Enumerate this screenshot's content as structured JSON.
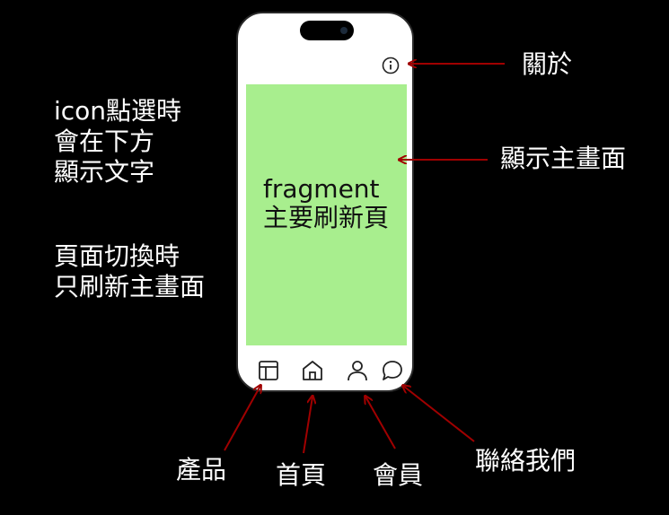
{
  "annotations": {
    "icon_note": "icon點選時\n會在下方\n顯示文字",
    "switch_note": "頁面切換時\n只刷新主畫面"
  },
  "phone": {
    "fragment_text": "fragment\n主要刷新頁",
    "info_icon": "info-circle-icon",
    "tabs": [
      {
        "icon": "layout-icon",
        "label": "產品"
      },
      {
        "icon": "home-icon",
        "label": "首頁"
      },
      {
        "icon": "user-icon",
        "label": "會員"
      },
      {
        "icon": "chat-bubble-icon",
        "label": "聯絡我們"
      }
    ]
  },
  "callouts": {
    "about": "關於",
    "main_screen": "顯示主畫面"
  },
  "colors": {
    "background": "#000000",
    "fragment": "#a8ee8e",
    "arrow": "#a00000",
    "text": "#ffffff"
  }
}
